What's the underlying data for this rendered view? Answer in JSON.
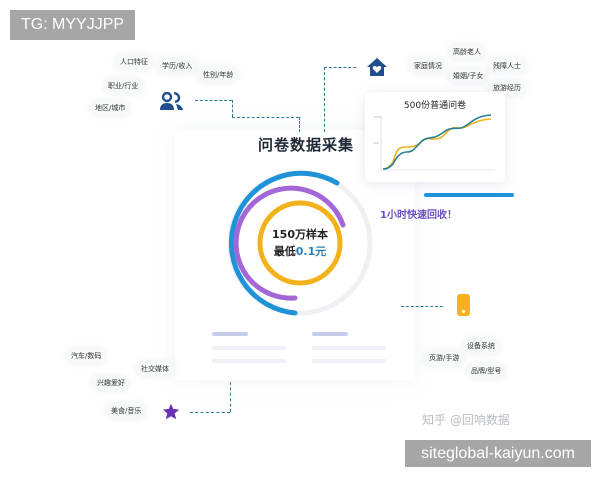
{
  "watermarks": {
    "top_left": "TG: MYYJJPP",
    "bottom_right": "siteglobal-kaiyun.com",
    "zhihu": "知乎 @回响数据"
  },
  "main": {
    "title": "问卷数据采集",
    "center_line1": "150万样本",
    "center_prefix": "最低",
    "center_price": "0.1元",
    "quick_recovery": "1小时快速回收！"
  },
  "clusters": {
    "demographics": {
      "icon": "people-icon",
      "tags": [
        "人口特征",
        "学历/收入",
        "性别/年龄",
        "职业/行业",
        "地区/城市"
      ]
    },
    "family": {
      "icon": "home-heart-icon",
      "tags": [
        "高龄老人",
        "家庭情况",
        "残障人士",
        "婚姻/子女",
        "旅游经历"
      ]
    },
    "device": {
      "icon": "phone-icon",
      "tags": [
        "设备系统",
        "页游/手游",
        "品牌/型号"
      ]
    },
    "interests": {
      "icon": "star-icon",
      "tags": [
        "汽车/数码",
        "社交媒体",
        "兴趣爱好",
        "美食/音乐"
      ]
    }
  },
  "mini_chart": {
    "title": "500份普通问卷"
  },
  "colors": {
    "ring_outer": "#1f93d8",
    "ring_middle": "#a366d6",
    "ring_inner": "#f2b21b",
    "navy": "#1f4f8f",
    "orange": "#f7b21b",
    "purple": "#6a2fb8",
    "teal_dash": "#2c7a8c"
  },
  "chart_data": {
    "type": "line",
    "title": "500份普通问卷",
    "x": [
      0,
      1,
      2,
      3,
      4,
      5,
      6,
      7,
      8,
      9,
      10,
      11,
      12
    ],
    "series": [
      {
        "name": "teal",
        "values": [
          0,
          5,
          30,
          40,
          45,
          60,
          65,
          70,
          72,
          75,
          78,
          88,
          92
        ]
      },
      {
        "name": "yellow",
        "values": [
          0,
          5,
          45,
          50,
          52,
          58,
          60,
          68,
          78,
          75,
          72,
          80,
          82
        ]
      }
    ],
    "ylim": [
      0,
      100
    ],
    "xlabel": "",
    "ylabel": ""
  }
}
